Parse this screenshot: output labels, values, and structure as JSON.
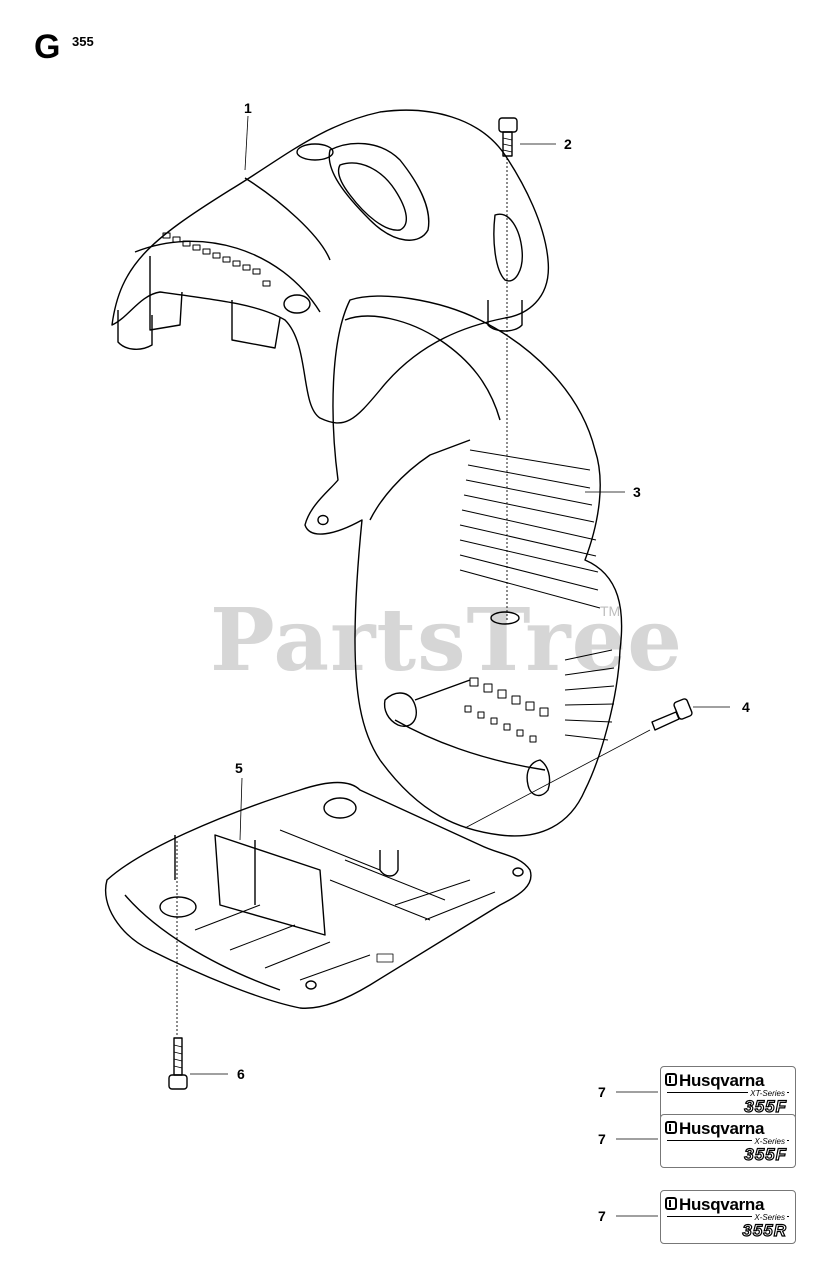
{
  "header": {
    "section_letter": "G",
    "model": "355"
  },
  "watermark": {
    "text": "PartsTree",
    "tm": "TM"
  },
  "callouts": [
    {
      "key": "c1",
      "label": "1"
    },
    {
      "key": "c2",
      "label": "2"
    },
    {
      "key": "c3",
      "label": "3"
    },
    {
      "key": "c4",
      "label": "4"
    },
    {
      "key": "c5",
      "label": "5"
    },
    {
      "key": "c6",
      "label": "6"
    },
    {
      "key": "c7a",
      "label": "7"
    },
    {
      "key": "c7b",
      "label": "7"
    },
    {
      "key": "c7c",
      "label": "7"
    }
  ],
  "decals": [
    {
      "brand": "Husqvarna",
      "series": "XT-Series",
      "model": "355F"
    },
    {
      "brand": "Husqvarna",
      "series": "X-Series",
      "model": "355F"
    },
    {
      "brand": "Husqvarna",
      "series": "X-Series",
      "model": "355R"
    }
  ]
}
